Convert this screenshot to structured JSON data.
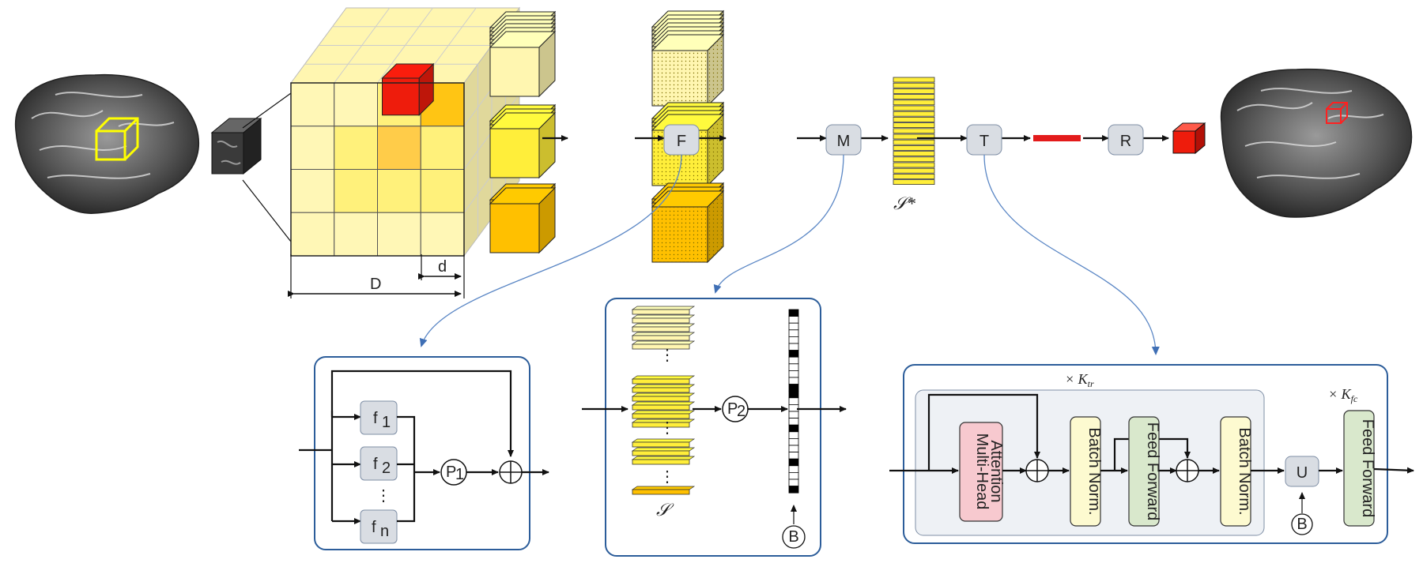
{
  "pipeline": {
    "nodes": {
      "F": "F",
      "M": "M",
      "T": "T",
      "R": "R"
    },
    "s_star": "𝒮*",
    "dims": {
      "D": "D",
      "d": "d"
    }
  },
  "panel_f": {
    "f1": "f",
    "f1_sub": "1",
    "f2": "f",
    "f2_sub": "2",
    "fn": "f",
    "fn_sub": "n",
    "dots": "⋮",
    "pool": "P",
    "pool_sub": "1",
    "sum": "⊕"
  },
  "panel_m": {
    "pool": "P",
    "pool_sub": "2",
    "set": "𝒮",
    "b": "B",
    "dots": "⋮"
  },
  "panel_t": {
    "repeat_tr": "× K",
    "repeat_tr_sub": "tr",
    "repeat_fc": "× K",
    "repeat_fc_sub": "fc",
    "mha": "Multi-Head Attention",
    "mha_l1": "Multi-Head",
    "mha_l2": "Attention",
    "bn1": "Batch Norm.",
    "ff1": "Feed Forward",
    "bn2": "Batch Norm.",
    "u": "U",
    "b": "B",
    "ff2": "Feed Forward"
  },
  "colors": {
    "pale_yellow": "#fff6b0",
    "yellow": "#ffee3a",
    "orange": "#ffc000",
    "red": "#ee1c0c",
    "panel_border": "#2c5d9a",
    "node_fill": "#d9dde3",
    "mha_fill": "#f7c9cf",
    "bn_fill": "#fdfad0",
    "ff_fill": "#d9e8cc"
  },
  "icons": [
    "brain-scan-image",
    "dark-patch-cube",
    "red-output-cube"
  ]
}
